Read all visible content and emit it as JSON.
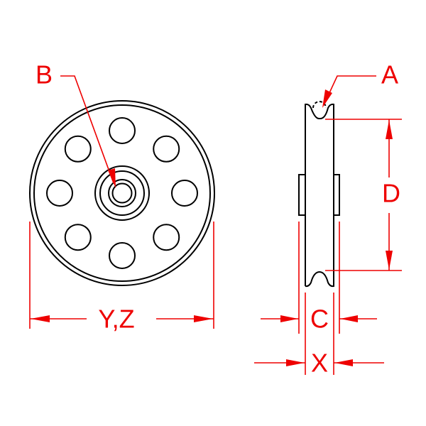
{
  "labels": {
    "a": "A",
    "b": "B",
    "d": "D",
    "yz": "Y,Z",
    "c": "C",
    "x": "X"
  },
  "colors": {
    "dimension": "#e00000",
    "outline": "#000000"
  }
}
